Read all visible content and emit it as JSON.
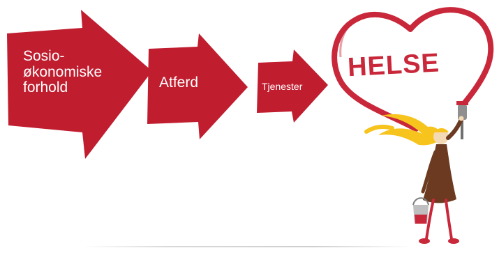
{
  "flow": {
    "step1": "Sosio-\nøkonomiske\nforhold",
    "step2": "Atferd",
    "step3": "Tjenester"
  },
  "heart": {
    "word": "HELSE"
  },
  "colors": {
    "arrow": "#c01d2f",
    "text": "#ffffff",
    "hair": "#f7c31d",
    "dress": "#6b3a20",
    "skin": "#f4d9b5"
  },
  "icons": {
    "illustration": "girl-painting-heart-icon",
    "paint_bucket": "paint-bucket-icon",
    "paint_roller": "paint-roller-icon"
  }
}
